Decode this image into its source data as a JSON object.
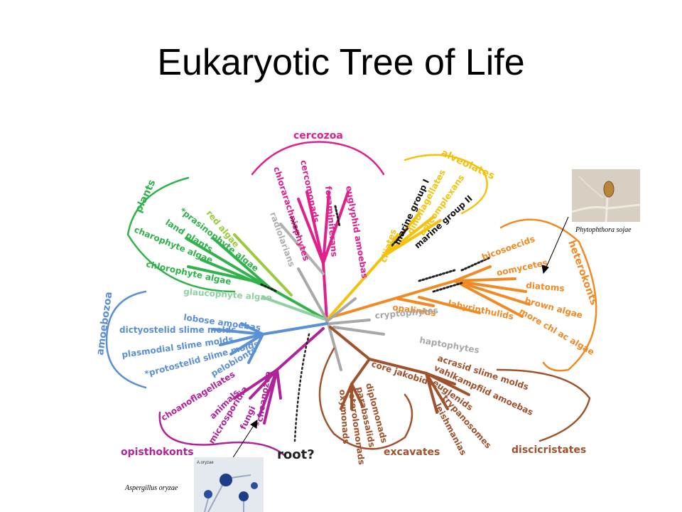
{
  "title": "Eukaryotic Tree of Life",
  "colors": {
    "plants": "#2fb34a",
    "red_algae": "#9acb3c",
    "glaucophyte": "#8fd1a0",
    "cercozoa": "#e0208c",
    "radiolaria": "#b0b0b0",
    "alveolates": "#f4c20d",
    "heterokonts": "#f08a24",
    "gray": "#a8a8a8",
    "excavates": "#a0522d",
    "amoebozoa": "#5b8fd6",
    "opisthokonts": "#b0249a",
    "root": "#222222"
  },
  "groups": {
    "plants": "plants",
    "cercozoa": "cercozoa",
    "alveolates": "alveolates",
    "heterokonts": "heterokonts",
    "amoebozoa": "amoebozoa",
    "opisthokonts": "opisthokonts",
    "excavates": "excavates",
    "discicristates": "discicristates",
    "root": "root?"
  },
  "taxa": {
    "red_algae": "red algae",
    "prasinophyte_algae": "*prasinophyte algae",
    "land_plants": "land plants",
    "charophyte_algae": "charophyte algae",
    "chlorophyte_algae": "chlorophyte algae",
    "glaucophyte_algae": "glaucophyte algae",
    "chlorarachniophytes": "chlorarachniophytes",
    "cercomonads": "cercomonads",
    "radiolarians": "radiolarians",
    "foraminiferans": "foraminiferans",
    "euglyphid_amoebas": "euglyphid amoebas",
    "ciliates": "ciliates",
    "marine_group_1": "marine group I",
    "dinoflagellates": "dinoflagellates",
    "apicomplexans": "apicomplexans",
    "marine_group_2": "marine group II",
    "bicosoecids": "bicosoecids",
    "oomycetes": "oomycetes",
    "diatoms": "diatoms",
    "brown_algae": "brown algae",
    "more_chl_algae": "more chl ac algae",
    "opalinids": "opalinids",
    "labyrinthulids": "labyrinthulids",
    "cryptophytes": "cryptophytes",
    "haptophytes": "haptophytes",
    "lobose_amoebas": "lobose amoebas",
    "dictyostelid": "dictyostelid slime molds",
    "plasmodial": "plasmodial slime molds",
    "protostelid": "*protostelid slime molds",
    "pelobionts": "pelobionts",
    "choanoflagellates": "choanoflagellates",
    "animals": "animals",
    "microsporidia": "microsporidia",
    "fungi": "fungi",
    "choanozoa": "*choanozoa",
    "core_jakobids": "core jakobids",
    "diplomonads": "diplomonads",
    "parabasalids": "parabasalids",
    "heterolobosea": "heterolomonads",
    "oxymonads": "oxymonads",
    "acrasid": "acrasid slime molds",
    "vahlkampfiid": "vahlkampfiid amoebas",
    "euglenids": "euglenids",
    "trypanosomes": "trypanosomes",
    "leishmanias": "leishmanias"
  },
  "captions": {
    "phytophthora": "Phytophthora sojae",
    "aspergillus": "Aspergillus oryzae",
    "aspergillus_thumb": "A.oryzae"
  }
}
